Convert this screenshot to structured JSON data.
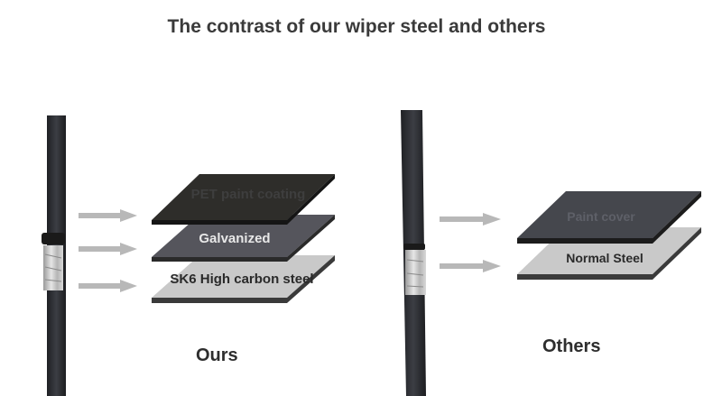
{
  "title": "The contrast of our wiper steel and others",
  "ours": {
    "caption": "Ours",
    "layers": [
      "PET paint coating",
      "Galvanized",
      "SK6 High carbon steel"
    ]
  },
  "others": {
    "caption": "Others",
    "layers": [
      "Paint cover",
      "Normal Steel"
    ]
  },
  "colors": {
    "title_text": "#3a3a3a",
    "layer_dark": "#2e2d2a",
    "layer_mid": "#55555c",
    "layer_light": "#c9c9c9",
    "paint_cover": "#45474d",
    "arrow": "#b8b8b8",
    "strip": "#2f3136"
  }
}
